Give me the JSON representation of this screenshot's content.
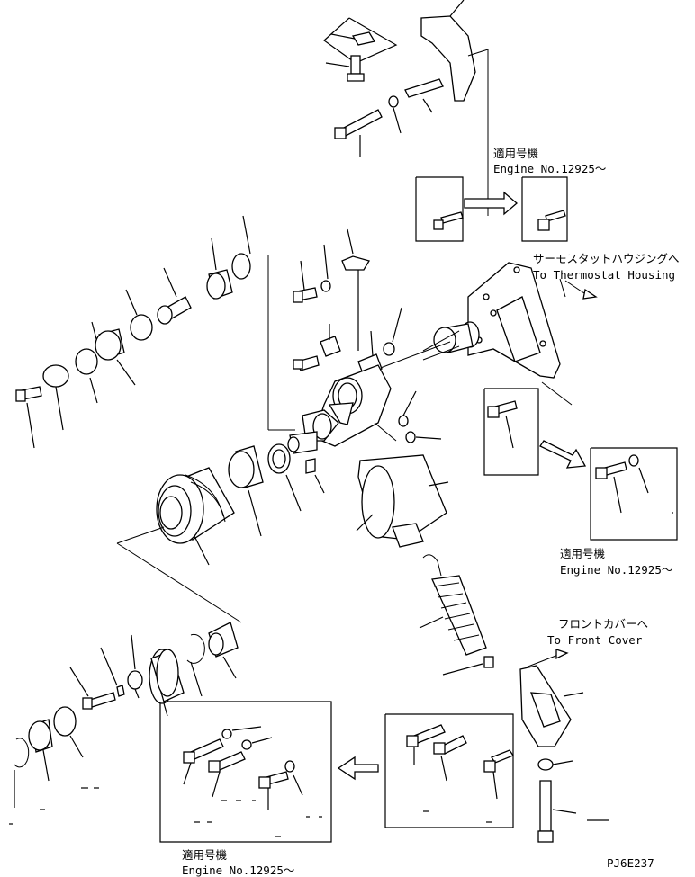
{
  "annotations": {
    "engine_top": {
      "jp": "適用号機",
      "en": "Engine No.12925〜"
    },
    "thermostat": {
      "jp": "サーモスタットハウジングへ",
      "en": "To Thermostat Housing"
    },
    "engine_mid": {
      "jp": "適用号機",
      "en": "Engine No.12925〜"
    },
    "front_cover": {
      "jp": "フロントカバーへ",
      "en": "To Front Cover"
    },
    "engine_bottom": {
      "jp": "適用号機",
      "en": "Engine No.12925〜"
    },
    "drawing_code": "PJ6E237"
  }
}
